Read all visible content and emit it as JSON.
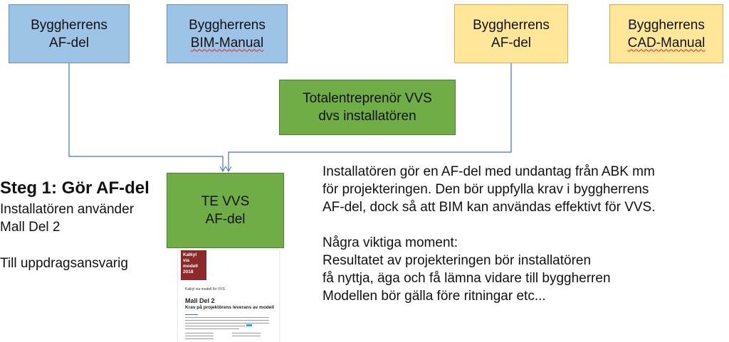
{
  "boxes": {
    "client_af": {
      "line1": "Byggherrens",
      "line2": "AF-del"
    },
    "client_bim": {
      "line1": "Byggherrens",
      "line2": "BIM-Manual"
    },
    "client_af_2": {
      "line1": "Byggherrens",
      "line2": "AF-del"
    },
    "client_cad": {
      "line1": "Byggherrens",
      "line2": "CAD-Manual"
    },
    "contractor": {
      "line1": "Totalentreprenör VVS",
      "line2": "dvs installatören"
    },
    "te_vvs": {
      "line1": "TE VVS",
      "line2": "AF-del"
    }
  },
  "step": {
    "title": "Steg 1: Gör AF-del",
    "line1": "Installatören använder",
    "line2": "Mall Del 2",
    "line3": "Till uppdragsansvarig"
  },
  "description": {
    "para1": [
      "Installatören gör en AF-del med undantag från ABK mm",
      "för projekteringen. Den bör uppfylla krav i byggherrens",
      "AF-del, dock så att BIM kan användas effektivt för VVS."
    ],
    "para2": [
      "Några viktiga moment:",
      "Resultatet av projekteringen bör installatören",
      "få nyttja, äga och få lämna vidare till byggherren",
      "Modellen bör gälla före ritningar etc..."
    ]
  },
  "document": {
    "badge": [
      "Kalkyl",
      "via",
      "modell",
      "2018"
    ],
    "header": "Kalkyl via modell för VVS",
    "title": "Mall Del 2",
    "subtitle": "Krav på projektörens leverans av modell"
  },
  "colors": {
    "blue": "#9dc3e6",
    "yellow": "#ffe699",
    "green": "#70ad47",
    "connector": "#4472c4"
  }
}
